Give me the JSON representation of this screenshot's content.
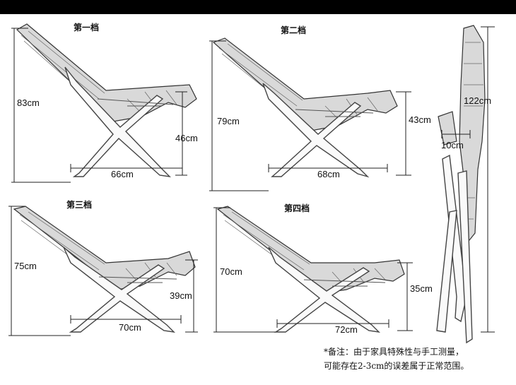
{
  "chairs": [
    {
      "title": "第一档",
      "height": "83cm",
      "seat_height": "46cm",
      "width": "66cm"
    },
    {
      "title": "第二档",
      "height": "79cm",
      "seat_height": "43cm",
      "width": "68cm"
    },
    {
      "title": "第三档",
      "height": "75cm",
      "seat_height": "39cm",
      "width": "70cm"
    },
    {
      "title": "第四档",
      "height": "70cm",
      "seat_height": "35cm",
      "width": "72cm"
    }
  ],
  "folded": {
    "height": "122cm",
    "depth": "10cm"
  },
  "note": {
    "line1": "*备注：由于家具特殊性与手工测量，",
    "line2": "可能存在2-3cm的误差属于正常范围。"
  }
}
